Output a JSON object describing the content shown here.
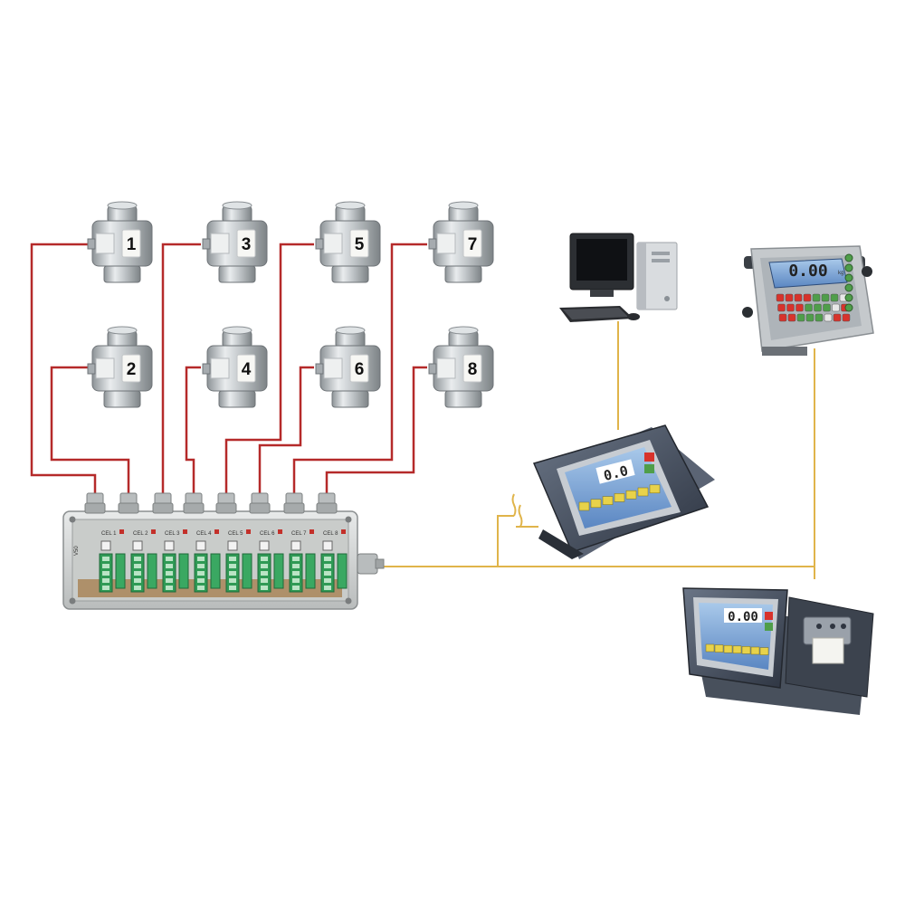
{
  "load_cells": [
    {
      "label": "1"
    },
    {
      "label": "2"
    },
    {
      "label": "3"
    },
    {
      "label": "4"
    },
    {
      "label": "5"
    },
    {
      "label": "6"
    },
    {
      "label": "7"
    },
    {
      "label": "8"
    }
  ],
  "junction_box": {
    "side_label": "V50",
    "channels": [
      {
        "label": "CEL 1"
      },
      {
        "label": "CEL 2"
      },
      {
        "label": "CEL 3"
      },
      {
        "label": "CEL 4"
      },
      {
        "label": "CEL 5"
      },
      {
        "label": "CEL 6"
      },
      {
        "label": "CEL 7"
      },
      {
        "label": "CEL 8"
      }
    ]
  },
  "indicator": {
    "reading": "0.00",
    "unit": "kg"
  },
  "touch_terminal": {
    "reading": "0.0"
  },
  "printer_terminal": {
    "reading": "0.00"
  },
  "colors": {
    "load_cell_cable": "#b52a2a",
    "signal_cable": "#e0b44a"
  },
  "icons": [
    "load-cell-icon",
    "junction-box-icon",
    "computer-icon",
    "weighing-indicator-icon",
    "touch-terminal-icon",
    "printer-terminal-icon"
  ]
}
